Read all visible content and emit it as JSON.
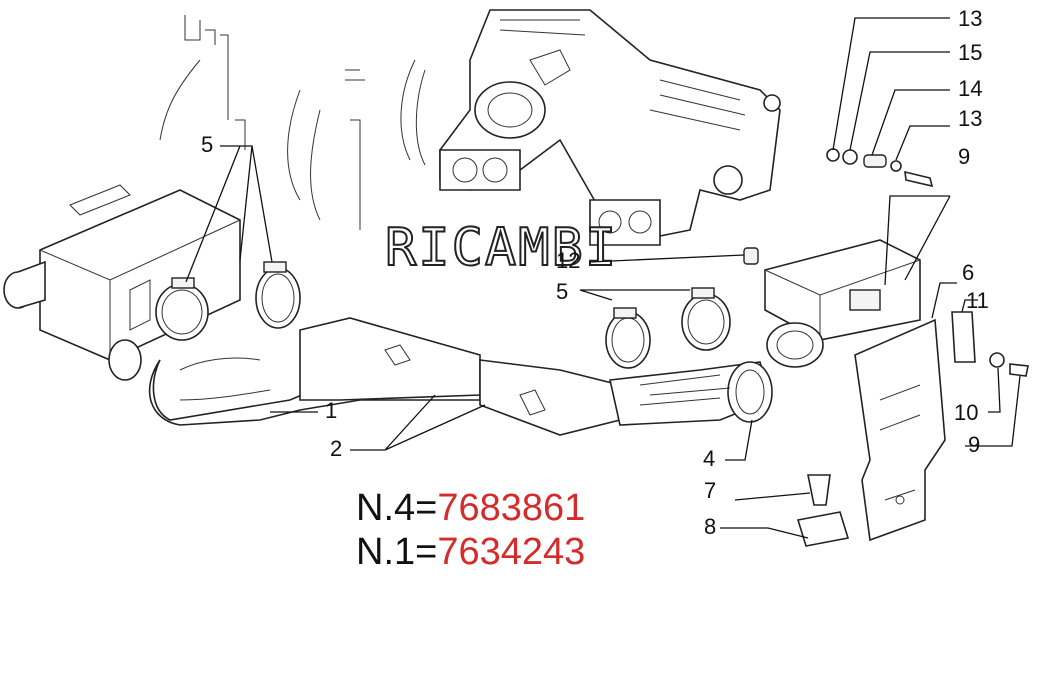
{
  "watermark": "RICAMBI",
  "callouts": {
    "c1": "1",
    "c2": "2",
    "c4": "4",
    "c5a": "5",
    "c5b": "5",
    "c6": "6",
    "c7": "7",
    "c8": "8",
    "c9a": "9",
    "c9b": "9",
    "c10": "10",
    "c11": "11",
    "c12": "12",
    "c13a": "13",
    "c13b": "13",
    "c14": "14",
    "c15": "15"
  },
  "codes": [
    {
      "prefix": "N.4=",
      "number": "7683861"
    },
    {
      "prefix": "N.1=",
      "number": "7634243"
    }
  ]
}
